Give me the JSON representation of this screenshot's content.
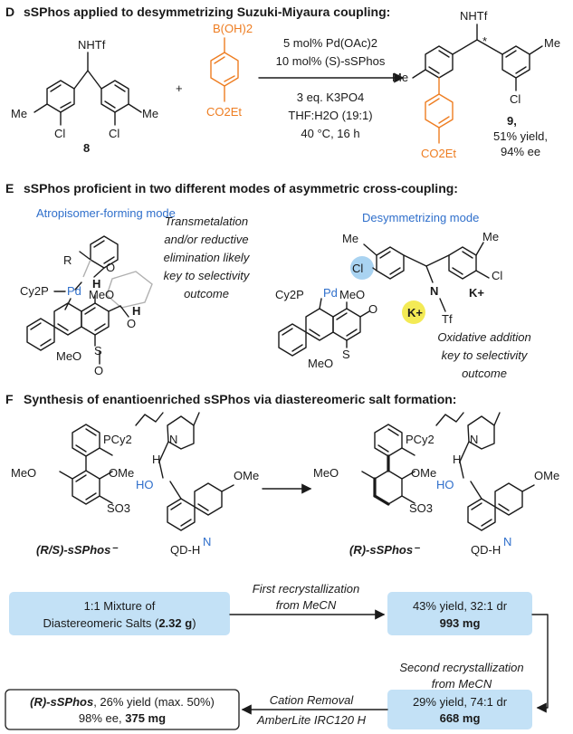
{
  "sectionD": {
    "letter": "D",
    "title": "sSPhos applied to desymmetrizing Suzuki-Miyaura coupling:",
    "sm_label": "8",
    "product_label": "9,",
    "yield": "51% yield,",
    "ee": "94% ee",
    "plus": "+",
    "reagents": [
      "5 mol% Pd(OAc)2",
      "10 mol% (S)-sSPhos",
      "3 eq. K3PO4",
      "THF:H2O (19:1)",
      "40 °C, 16 h"
    ],
    "atoms": {
      "nhtf": "NHTf",
      "me": "Me",
      "cl": "Cl",
      "boh2": "B(OH)2",
      "co2et": "CO2Et",
      "star": "*"
    }
  },
  "sectionE": {
    "letter": "E",
    "title": "sSPhos proficient in two different modes of asymmetric cross-coupling:",
    "mode1": "Atropisomer-forming mode",
    "mode2": "Desymmetrizing mode",
    "note1": [
      "Transmetalation",
      "and/or reductive",
      "elimination likely",
      "key to selectivity",
      "outcome"
    ],
    "note2": [
      "Oxidative addition",
      "key to selectivity",
      "outcome"
    ],
    "atoms": {
      "r": "R",
      "pd": "Pd",
      "cy2p": "Cy2P",
      "ome": "MeO",
      "o": "O",
      "h": "H",
      "s": "S",
      "k": "K+",
      "n": "N",
      "tf": "Tf"
    }
  },
  "sectionF": {
    "letter": "F",
    "title": "Synthesis of enantioenriched sSPhos via diastereomeric salt formation:",
    "left_label": "(R/S)-sSPhos⁻",
    "right_label": "(R)-sSPhos⁻",
    "qd_label": "QD-H",
    "atoms": {
      "pcy2": "PCy2",
      "meo": "MeO",
      "ome": "OMe",
      "so3": "SO3",
      "ho": "HO",
      "n": "N",
      "h": "H"
    },
    "workflow": {
      "start_line1": "1:1 Mixture of",
      "start_line2": "Diastereomeric Salts (",
      "start_mass": "2.32 g",
      "start_close": ")",
      "step1_line1": "First recrystallization",
      "step1_line2": "from MeCN",
      "result1_line1": "43% yield, 32:1 dr",
      "result1_line2": "993 mg",
      "step2_line1": "Second recrystallization",
      "step2_line2": "from MeCN",
      "result2_line1": "29% yield, 74:1 dr",
      "result2_line2": "668 mg",
      "step3_line1": "Cation Removal",
      "step3_line2": "AmberLite IRC120 H",
      "final_bold": "(R)-sSPhos",
      "final_rest": ", 26% yield (max. 50%)",
      "final_line2a": "98% ee, ",
      "final_mass": "375 mg"
    }
  },
  "colors": {
    "accent_orange": "#ee7d21",
    "accent_blue": "#2f6fcb",
    "box_blue": "#c3e1f6",
    "cl_highlight": "#a9d3f1",
    "k_highlight": "#f3ea55"
  }
}
